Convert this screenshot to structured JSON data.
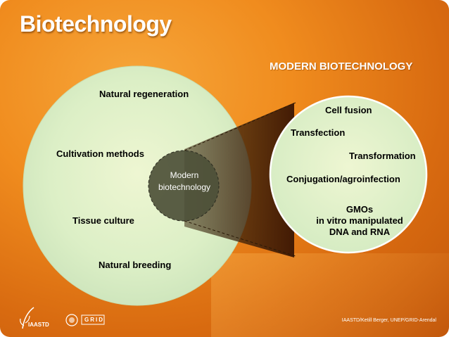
{
  "title": "Biotechnology",
  "modern_heading": "MODERN BIOTECHNOLOGY",
  "large_circle": {
    "items": [
      "Natural regeneration",
      "Cultivation methods",
      "Tissue culture",
      "Natural breeding"
    ]
  },
  "inner_circle": {
    "line1": "Modern",
    "line2": "biotechnology"
  },
  "small_circle": {
    "items": [
      "Cell fusion",
      "Transfection",
      "Transformation",
      "Conjugation/agroinfection"
    ],
    "gmo_lines": [
      "GMOs",
      "in vitro manipulated",
      "DNA and RNA"
    ]
  },
  "footer": {
    "credit": "IAASTD/Ketill Berger, UNEP/GRID-Arendal",
    "logo_iaastd": "IAASTD",
    "logo_grid": "GRID"
  },
  "colors": {
    "background": "#f08c1e",
    "circle_fill": "#dff0c8",
    "inner_fill": "#4d5038",
    "funnel": "#3a1d05"
  }
}
